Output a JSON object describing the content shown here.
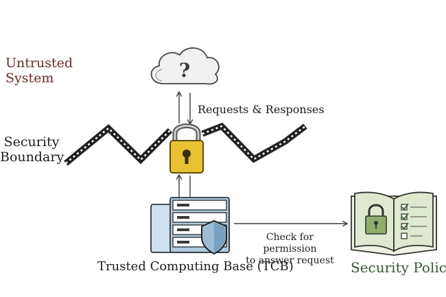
{
  "labels": {
    "untrusted_system": "Untrusted\nSystem",
    "security_boundary": "Security\nBoundary",
    "requests_responses": "Requests & Responses",
    "check_permission": "Check for permission\nto answer request",
    "tcb": "Trusted Computing Base (TCB)",
    "security_policy": "Security Policy"
  },
  "icons": {
    "cloud": "cloud-question-icon",
    "lock": "padlock-icon",
    "server": "server-icon",
    "shield": "shield-icon",
    "policy_book": "policy-book-icon"
  },
  "colors": {
    "untrusted_text": "#6e2a2a",
    "policy_text": "#2f5e2a",
    "lock_gold": "#e8c232",
    "server_blue": "#aecbe0",
    "book_green": "#dfe9cf",
    "ink": "#2a2a2a"
  }
}
